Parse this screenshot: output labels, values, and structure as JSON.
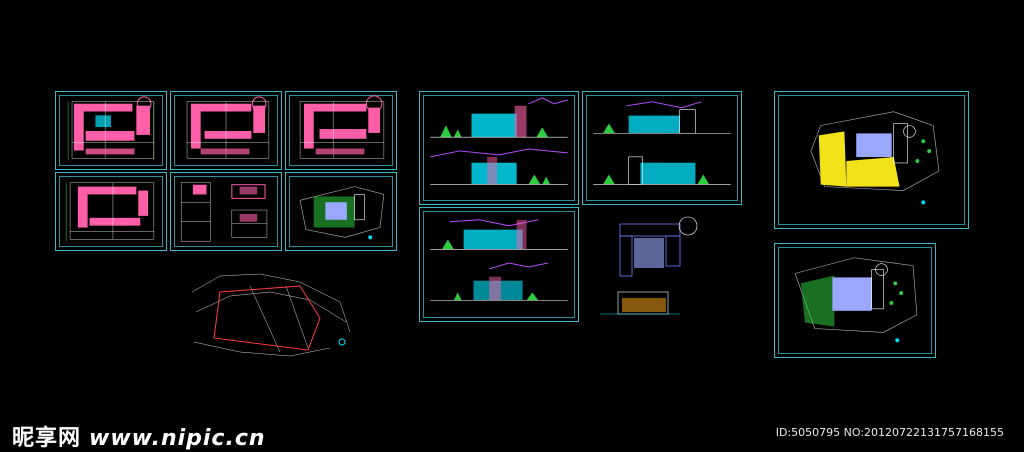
{
  "watermark": {
    "brand": "昵享网",
    "url": "www.nipic.cn",
    "id_line": "ID:5050795 NO:20120722131757168155"
  },
  "colors": {
    "background": "#000000",
    "frame": "#3fb7c7",
    "wall": "#ff5fa8",
    "line": "#ffffff",
    "glass": "#00e5ff",
    "tree": "#2ecc40",
    "grid": "#4ae04a",
    "roof": "#9aa8ff",
    "fill_yellow": "#f2e21a",
    "purple": "#b94cff"
  },
  "icons": [
    "floor-plan-drawing",
    "elevation-drawing",
    "site-plan-drawing",
    "section-drawing"
  ]
}
